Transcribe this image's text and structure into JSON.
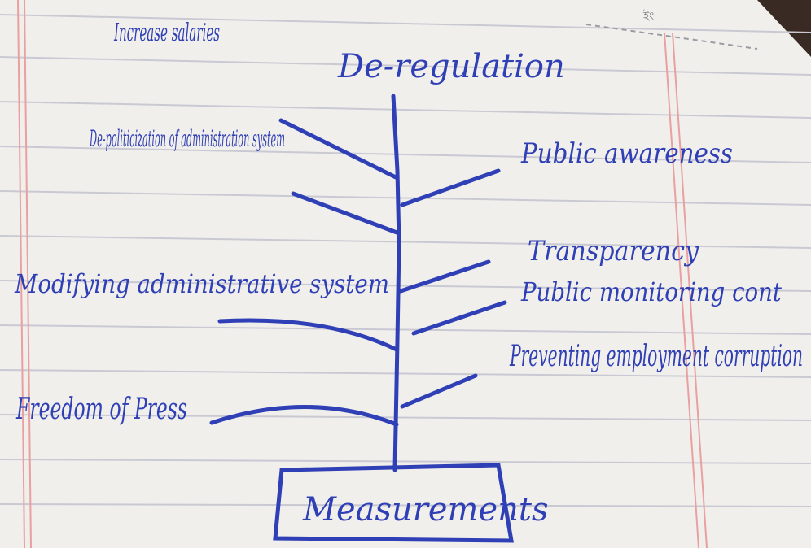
{
  "diagram": {
    "title": "De-regulation",
    "root": "Measurements",
    "left_branches": [
      "Increase salaries",
      "De-politicization of administration system",
      "Modifying administrative system",
      "Freedom of Press"
    ],
    "right_branches": [
      "Public awareness",
      "Transparency",
      "Public monitoring cont",
      "Preventing employment corruption"
    ],
    "page_mark": "ইং"
  },
  "colors": {
    "ink": "#2f3fb5",
    "paper": "#f1efec",
    "rule_line": "#c9c9d3",
    "margin_line": "#e8a0a0",
    "background": "#3a2a24"
  }
}
